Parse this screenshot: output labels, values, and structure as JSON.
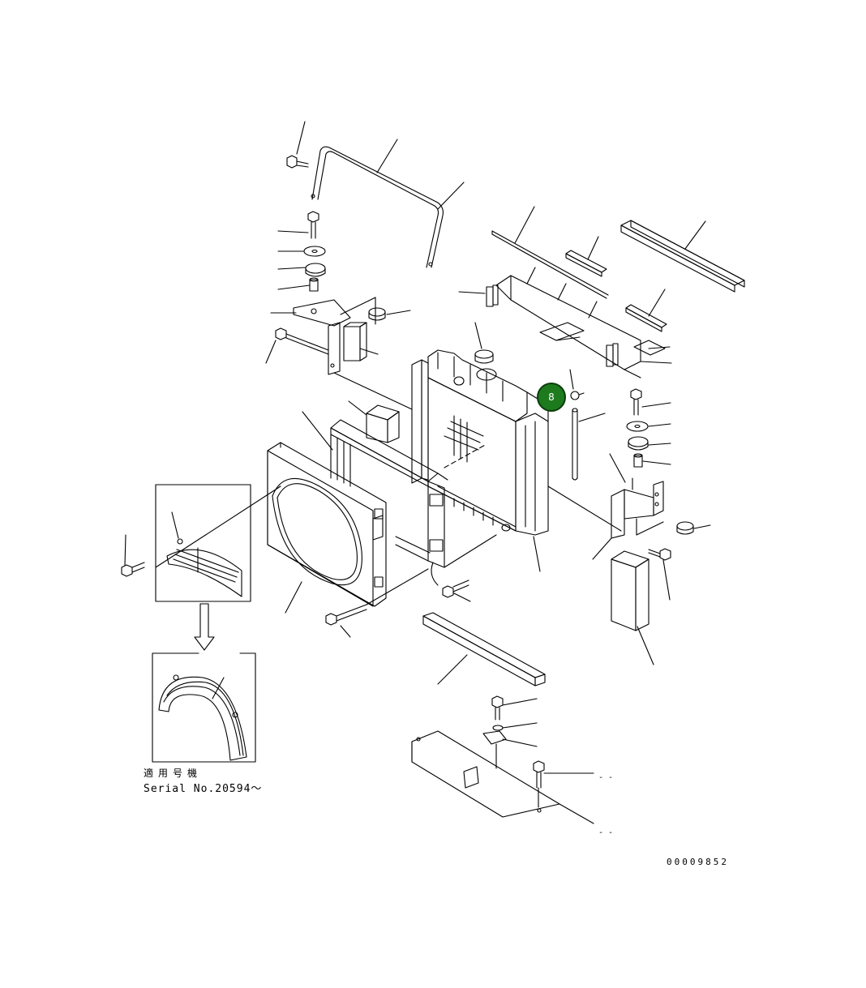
{
  "diagram": {
    "callout": {
      "number": "8",
      "color": "#1d7a1d"
    },
    "applicable_serial_jp": "適用号機",
    "applicable_serial": "Serial No.20594～",
    "drawing_number": "00009852",
    "trailing_marks": [
      "- -",
      "- -"
    ]
  }
}
